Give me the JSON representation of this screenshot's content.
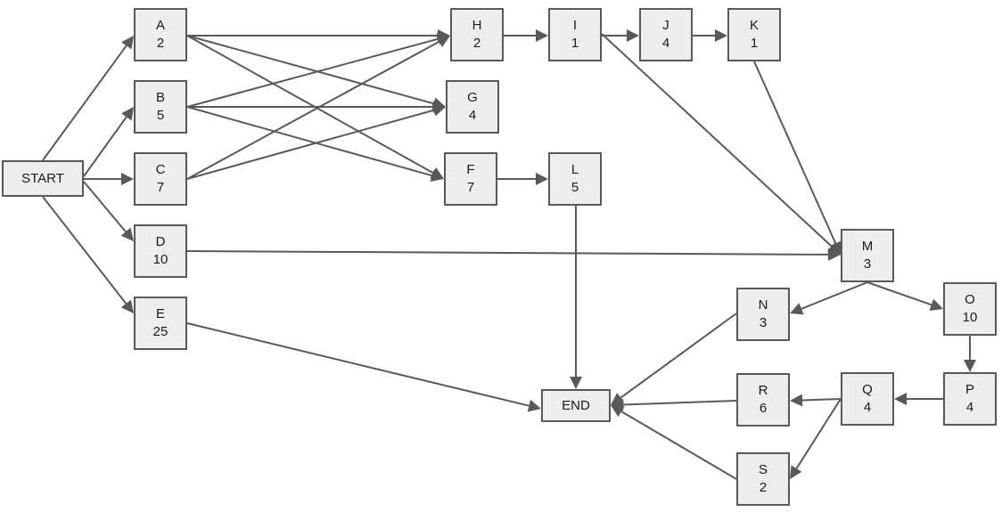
{
  "nodes": {
    "start": {
      "label": "START"
    },
    "a": {
      "label": "A",
      "duration": "2"
    },
    "b": {
      "label": "B",
      "duration": "5"
    },
    "c": {
      "label": "C",
      "duration": "7"
    },
    "d": {
      "label": "D",
      "duration": "10"
    },
    "e": {
      "label": "E",
      "duration": "25"
    },
    "h": {
      "label": "H",
      "duration": "2"
    },
    "g": {
      "label": "G",
      "duration": "4"
    },
    "f": {
      "label": "F",
      "duration": "7"
    },
    "i": {
      "label": "I",
      "duration": "1"
    },
    "l": {
      "label": "L",
      "duration": "5"
    },
    "j": {
      "label": "J",
      "duration": "4"
    },
    "k": {
      "label": "K",
      "duration": "1"
    },
    "m": {
      "label": "M",
      "duration": "3"
    },
    "n": {
      "label": "N",
      "duration": "3"
    },
    "o": {
      "label": "O",
      "duration": "10"
    },
    "p": {
      "label": "P",
      "duration": "4"
    },
    "q": {
      "label": "Q",
      "duration": "4"
    },
    "r": {
      "label": "R",
      "duration": "6"
    },
    "s": {
      "label": "S",
      "duration": "2"
    },
    "end": {
      "label": "END"
    }
  },
  "edges": [
    [
      "start",
      "a"
    ],
    [
      "start",
      "b"
    ],
    [
      "start",
      "c"
    ],
    [
      "start",
      "d"
    ],
    [
      "start",
      "e"
    ],
    [
      "a",
      "h"
    ],
    [
      "a",
      "g"
    ],
    [
      "a",
      "f"
    ],
    [
      "b",
      "h"
    ],
    [
      "b",
      "g"
    ],
    [
      "b",
      "f"
    ],
    [
      "c",
      "h"
    ],
    [
      "c",
      "g"
    ],
    [
      "h",
      "i"
    ],
    [
      "i",
      "j"
    ],
    [
      "j",
      "k"
    ],
    [
      "i",
      "m"
    ],
    [
      "k",
      "m"
    ],
    [
      "d",
      "m"
    ],
    [
      "f",
      "l"
    ],
    [
      "l",
      "end"
    ],
    [
      "e",
      "end"
    ],
    [
      "m",
      "n"
    ],
    [
      "m",
      "o"
    ],
    [
      "o",
      "p"
    ],
    [
      "p",
      "q"
    ],
    [
      "q",
      "r"
    ],
    [
      "q",
      "s"
    ],
    [
      "n",
      "end"
    ],
    [
      "r",
      "end"
    ],
    [
      "s",
      "end"
    ]
  ],
  "colors": {
    "line": "#595959",
    "box_fill": "#eeeeee",
    "box_border": "#595959"
  }
}
